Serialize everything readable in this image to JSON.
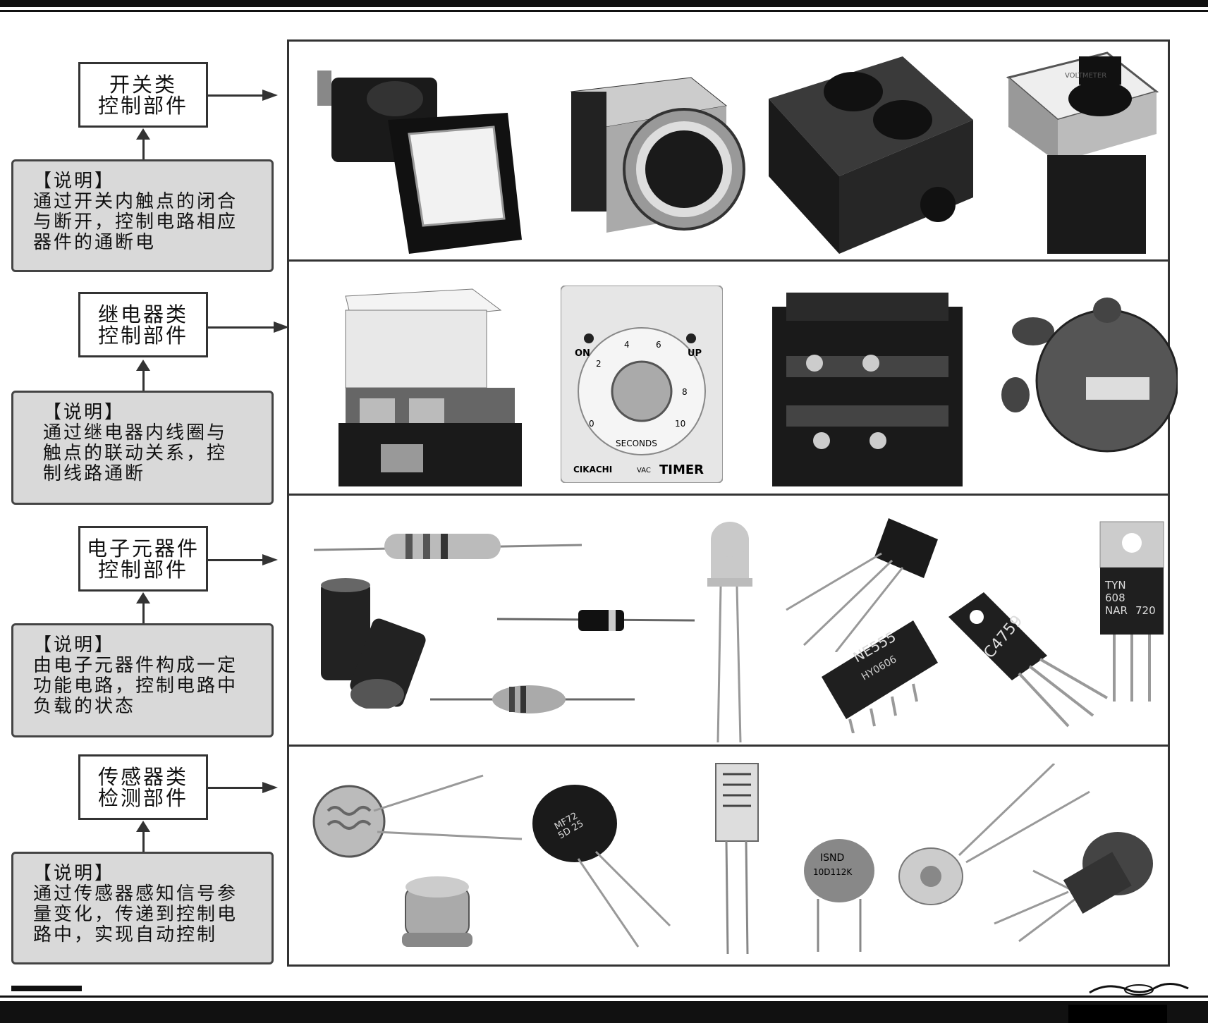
{
  "rows": [
    {
      "title": [
        "开关类",
        "控制部件"
      ],
      "note_header": "【说明】",
      "note_lines": [
        "通过开关内触点的闭合",
        "与断开，控制电路相应",
        "器件的通断电"
      ],
      "items": [
        "方形按钮开关",
        "圆形按钮开关",
        "双按钮控制盒",
        "旋转转换开关"
      ]
    },
    {
      "title": [
        "继电器类",
        "控制部件"
      ],
      "note_header": "【说明】",
      "note_lines": [
        "通过继电器内线圈与",
        "触点的联动关系，控",
        "制线路通断"
      ],
      "items": [
        "交流接触器",
        "时间继电器",
        "中间继电器",
        "密封继电器"
      ]
    },
    {
      "title": [
        "电子元器件",
        "控制部件"
      ],
      "note_header": "【说明】",
      "note_lines": [
        "由电子元器件构成一定",
        "功能电路，控制电路中",
        "负载的状态"
      ],
      "items": [
        "电阻",
        "电解电容",
        "二极管",
        "色环电感",
        "发光二极管",
        "三极管",
        "集成电路",
        "晶体管",
        "晶闸管"
      ]
    },
    {
      "title": [
        "传感器类",
        "检测部件"
      ],
      "note_header": "【说明】",
      "note_lines": [
        "通过传感器感知信号参",
        "量变化，传递到控制电",
        "路中，实现自动控制"
      ],
      "items": [
        "光敏电阻",
        "热敏电阻",
        "气体传感器",
        "湿敏电阻",
        "压敏电阻",
        "光电传感器",
        "霍尔传感器"
      ]
    }
  ],
  "photo_labels": {
    "timer_on": "ON",
    "timer_up": "UP",
    "timer_seconds": "SECONDS",
    "timer_brand": "CIKACHI",
    "timer_vac": "VAC",
    "timer_word": "TIMER",
    "timer_dial": [
      "2",
      "4",
      "6",
      "8",
      "10",
      "0"
    ],
    "ic_text": "NE555",
    "ic_sub": "HY0606",
    "transistor_big": "C4759",
    "scr_text": [
      "TYN",
      "608",
      "NAR",
      "720"
    ],
    "thermistor_text": [
      "MF72",
      "5D 25"
    ],
    "varistor_text": [
      "ISND",
      "10D112K"
    ],
    "switch_rotary": "VOLTMETER"
  },
  "colors": {
    "note_bg": "#d9d9d9",
    "line": "#333333"
  }
}
